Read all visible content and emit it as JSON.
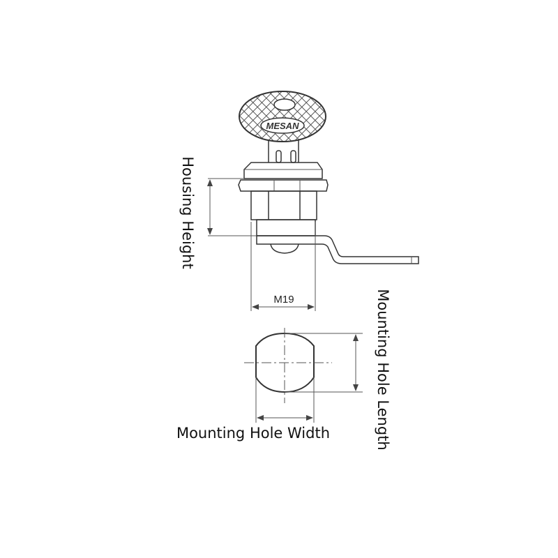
{
  "labels": {
    "housing_height": "Housing Height",
    "thread": "M19",
    "hole_width": "Mounting Hole Width",
    "hole_length": "Mounting Hole Length",
    "key_brand": "MESAN"
  }
}
